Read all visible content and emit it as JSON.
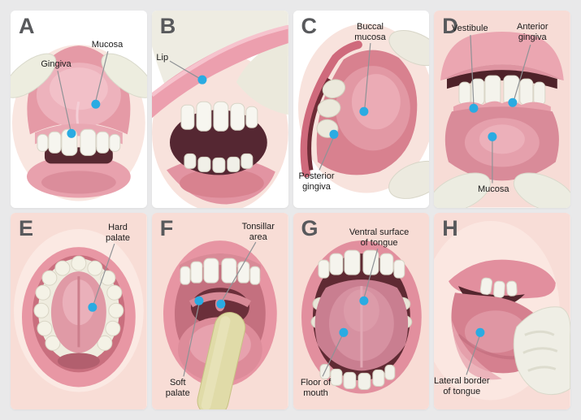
{
  "figure": {
    "background_color": "#e9e9ea",
    "panel_color": "#ffffff",
    "dot_color": "#2aabe2",
    "leader_color": "#8f9296",
    "letter_color": "#58595c"
  },
  "panels": [
    {
      "letter": "A",
      "labels": [
        {
          "name": "mucosa",
          "lines": [
            "Mucosa"
          ]
        },
        {
          "name": "gingiva",
          "lines": [
            "Gingiva"
          ]
        }
      ]
    },
    {
      "letter": "B",
      "labels": [
        {
          "name": "lip",
          "lines": [
            "Lip"
          ]
        }
      ]
    },
    {
      "letter": "C",
      "labels": [
        {
          "name": "buccal-mucosa",
          "lines": [
            "Buccal",
            "mucosa"
          ]
        },
        {
          "name": "posterior-gingiva",
          "lines": [
            "Posterior",
            "gingiva"
          ]
        }
      ]
    },
    {
      "letter": "D",
      "labels": [
        {
          "name": "vestibule",
          "lines": [
            "Vestibule"
          ]
        },
        {
          "name": "anterior-gingiva",
          "lines": [
            "Anterior",
            "gingiva"
          ]
        },
        {
          "name": "mucosa",
          "lines": [
            "Mucosa"
          ]
        }
      ]
    },
    {
      "letter": "E",
      "labels": [
        {
          "name": "hard-palate",
          "lines": [
            "Hard",
            "palate"
          ]
        }
      ]
    },
    {
      "letter": "F",
      "labels": [
        {
          "name": "tonsillar-area",
          "lines": [
            "Tonsillar",
            "area"
          ]
        },
        {
          "name": "soft-palate",
          "lines": [
            "Soft",
            "palate"
          ]
        }
      ]
    },
    {
      "letter": "G",
      "labels": [
        {
          "name": "ventral-surface-of-tongue",
          "lines": [
            "Ventral surface",
            "of tongue"
          ]
        },
        {
          "name": "floor-of-mouth",
          "lines": [
            "Floor of",
            "mouth"
          ]
        }
      ]
    },
    {
      "letter": "H",
      "labels": [
        {
          "name": "lateral-border-of-tongue",
          "lines": [
            "Lateral border",
            "of tongue"
          ]
        }
      ]
    }
  ]
}
